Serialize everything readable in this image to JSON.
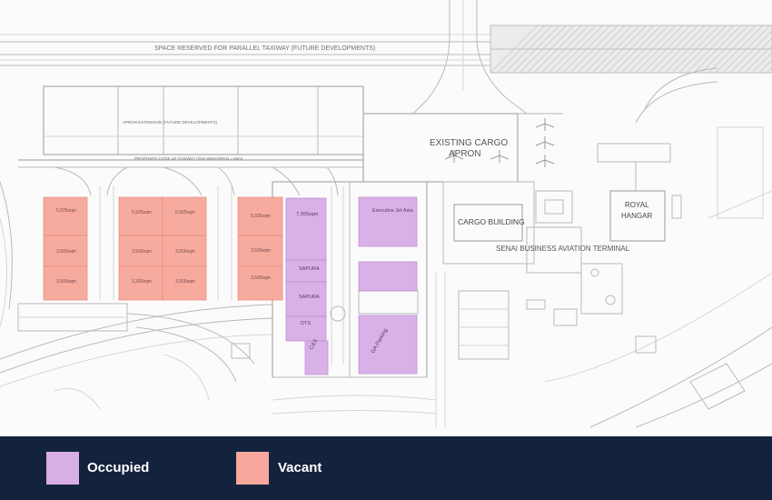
{
  "map": {
    "labels": {
      "taxiway_reserved": "SPACE RESERVED FOR PARALLEL TAXIWAY (FUTURE DEVELOPMENTS)",
      "apron_extension": "APRON EXTENSION (FUTURE DEVELOPMENTS)",
      "proposed_taxiway": "PROPOSED CODE 4E TAXIWAY (25m WINGSPAN = 65m)",
      "existing_cargo_apron_1": "EXISTING CARGO",
      "existing_cargo_apron_2": "APRON",
      "cargo_building": "CARGO BUILDING",
      "senai_terminal": "SENAI BUSINESS AVIATION TERMINAL",
      "royal_hangar_1": "ROYAL",
      "royal_hangar_2": "HANGAR"
    },
    "plots": [
      {
        "id": "v1",
        "status": "vacant",
        "label": "5,925sqm"
      },
      {
        "id": "v2",
        "status": "vacant",
        "label": "3,500sqm"
      },
      {
        "id": "v3",
        "status": "vacant",
        "label": "3,500sqm"
      },
      {
        "id": "v4",
        "status": "vacant",
        "label": "5,925sqm"
      },
      {
        "id": "v5",
        "status": "vacant",
        "label": "5,925sqm"
      },
      {
        "id": "v6",
        "status": "vacant",
        "label": "3,500sqm"
      },
      {
        "id": "v7",
        "status": "vacant",
        "label": "3,500sqm"
      },
      {
        "id": "v8",
        "status": "vacant",
        "label": "3,300sqm"
      },
      {
        "id": "v9",
        "status": "vacant",
        "label": "3,300sqm"
      },
      {
        "id": "v10",
        "status": "vacant",
        "label": "5,025sqm"
      },
      {
        "id": "v11",
        "status": "vacant",
        "label": "3,500sqm"
      },
      {
        "id": "v12",
        "status": "vacant",
        "label": "3,500sqm"
      },
      {
        "id": "o1",
        "status": "occupied",
        "label": "7,305sqm"
      },
      {
        "id": "o2",
        "status": "occupied",
        "label": "SAPURA"
      },
      {
        "id": "o3",
        "status": "occupied",
        "label": "SAPURA"
      },
      {
        "id": "o4",
        "status": "occupied",
        "label": "DTS"
      },
      {
        "id": "o5",
        "status": "occupied",
        "label": "C&S"
      },
      {
        "id": "o6",
        "status": "occupied",
        "label": "Executive Jet Asia"
      },
      {
        "id": "o7",
        "status": "occupied",
        "label": ""
      },
      {
        "id": "o8",
        "status": "occupied",
        "label": "GA Parking"
      }
    ]
  },
  "colors": {
    "occupied": "#d7aee6",
    "vacant": "#f7a79b",
    "legend_bg": "#13233d"
  },
  "legend": {
    "occupied_label": "Occupied",
    "vacant_label": "Vacant"
  }
}
